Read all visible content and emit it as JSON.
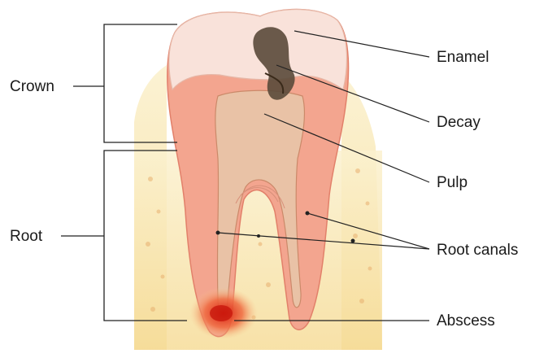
{
  "figure": {
    "labels": {
      "crown": "Crown",
      "root": "Root",
      "enamel": "Enamel",
      "decay": "Decay",
      "pulp": "Pulp",
      "root_canals": "Root canals",
      "abscess": "Abscess"
    },
    "colors": {
      "enamel": "#f7dcd4",
      "dentin": "#f0a08c",
      "pulp": "#e8b8a0",
      "bone": "#f7e6a8",
      "decay": "#5a4a3a",
      "abscess": "#e03020",
      "line": "#222222"
    }
  }
}
